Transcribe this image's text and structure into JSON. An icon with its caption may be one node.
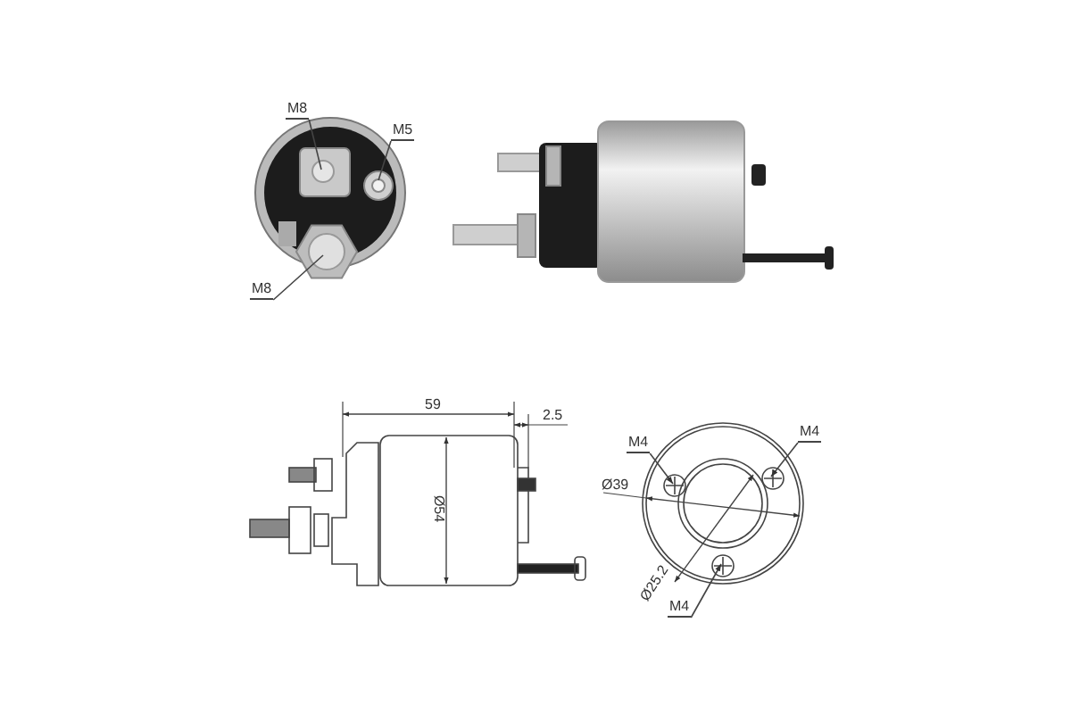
{
  "diagram": {
    "nodes": [
      {
        "text": [
          "M8"
        ]
      },
      {
        "text": [
          "M5"
        ]
      },
      {
        "text": [
          "M8"
        ]
      },
      {
        "text": [
          "M4"
        ]
      },
      {
        "text": [
          "M4"
        ]
      },
      {
        "text": [
          "M4"
        ]
      }
    ],
    "edges": [
      {
        "from": 0,
        "to": null,
        "arrow": "none"
      },
      {
        "from": 1,
        "to": null,
        "arrow": "none"
      },
      {
        "from": 2,
        "to": null,
        "arrow": "none"
      },
      {
        "from": 3,
        "to": null,
        "arrow": "to"
      },
      {
        "from": 4,
        "to": null,
        "arrow": "to"
      },
      {
        "from": 5,
        "to": null,
        "arrow": "to"
      }
    ],
    "labels": [
      "59",
      "2.5",
      "Ø54",
      "Ø39",
      "Ø25.2"
    ]
  }
}
